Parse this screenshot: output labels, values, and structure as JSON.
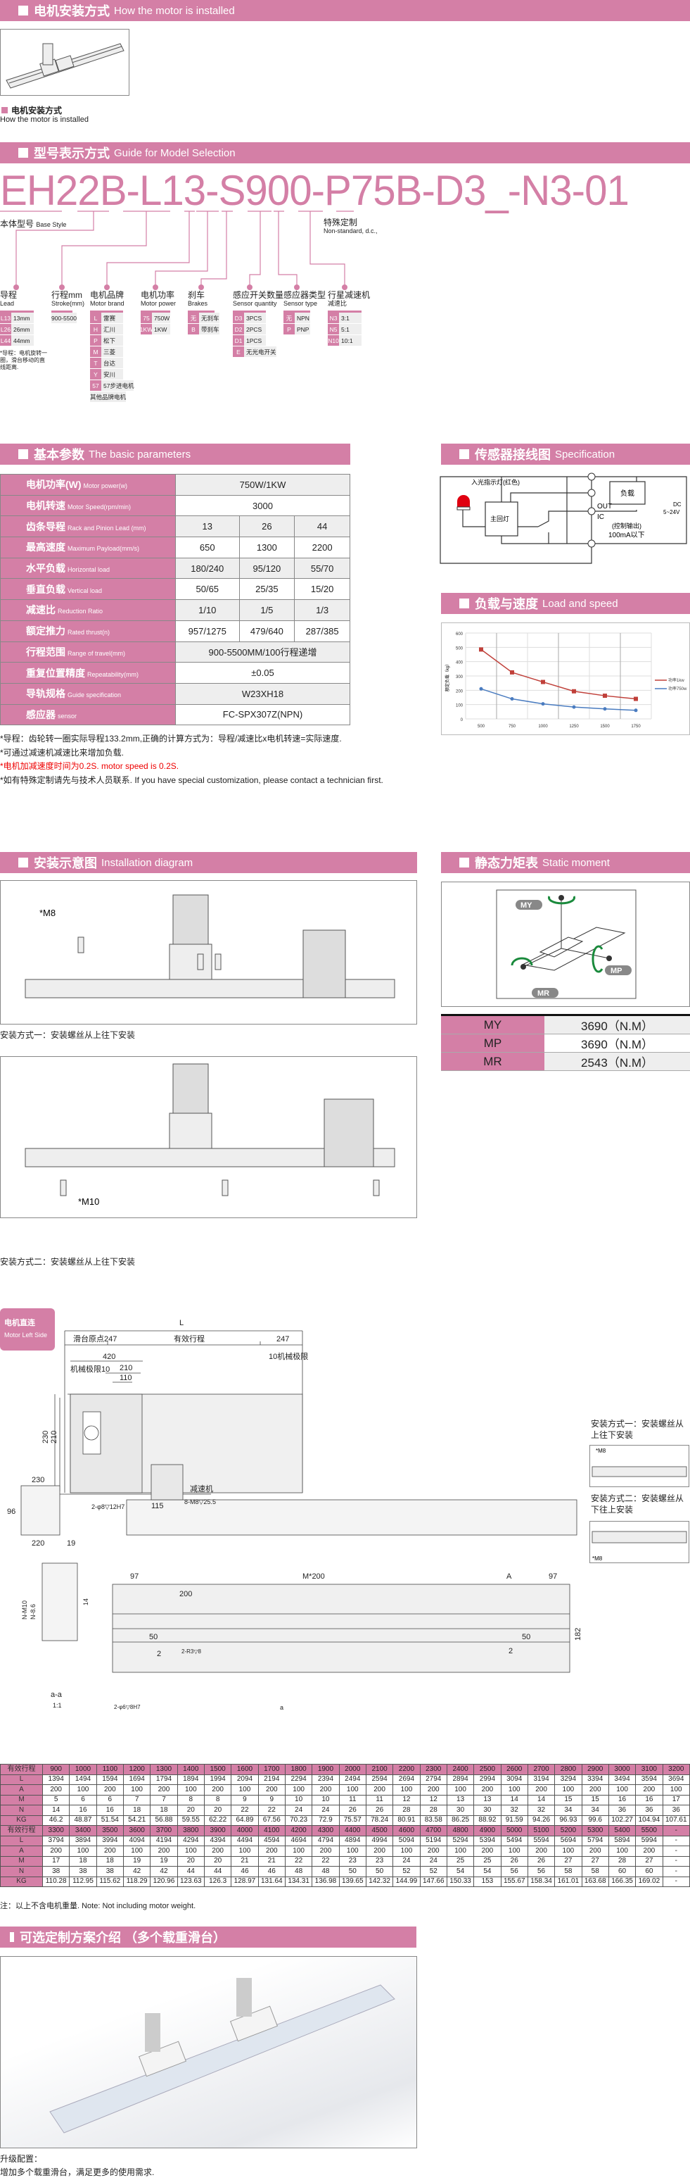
{
  "sec_install": {
    "title": "电机安装方式",
    "en": "How the motor is installed",
    "caption_cn": "电机安装方式",
    "caption_en": "How the motor is installed"
  },
  "sec_model": {
    "title": "型号表示方式",
    "en": "Guide for Model Selection",
    "code": "EH22B-L13-S900-P75B-D3_-N3-01",
    "base": "本体型号",
    "base_en": "Base Style",
    "special": "特殊定制",
    "special_en": "Non-standard, d.c.,",
    "groups": [
      {
        "cn": "导程",
        "en": "Lead",
        "opts": [
          [
            "L13",
            "13mm"
          ],
          [
            "L26",
            "26mm"
          ],
          [
            "L44",
            "44mm"
          ]
        ],
        "note": "*导程：电机旋转一圈，滑台移动的直线距离."
      },
      {
        "cn": "行程mm",
        "en": "Stroke(mm)",
        "opts": [
          [
            "",
            "900-5500"
          ]
        ]
      },
      {
        "cn": "电机品牌",
        "en": "Motor brand",
        "opts": [
          [
            "L",
            "雷赛"
          ],
          [
            "H",
            "汇川"
          ],
          [
            "P",
            "松下"
          ],
          [
            "M",
            "三菱"
          ],
          [
            "T",
            "台达"
          ],
          [
            "Y",
            "安川"
          ],
          [
            "57",
            "57步进电机"
          ],
          [
            "",
            "其他品牌电机"
          ]
        ]
      },
      {
        "cn": "电机功率",
        "en": "Motor power",
        "opts": [
          [
            "75",
            "750W"
          ],
          [
            "1KW",
            "1KW"
          ]
        ]
      },
      {
        "cn": "刹车",
        "en": "Brakes",
        "opts": [
          [
            "无",
            "无刹车"
          ],
          [
            "B",
            "带刹车"
          ]
        ]
      },
      {
        "cn": "感应开关数量",
        "en": "Sensor quantity",
        "opts": [
          [
            "D3",
            "3PCS"
          ],
          [
            "D2",
            "2PCS"
          ],
          [
            "D1",
            "1PCS"
          ],
          [
            "E",
            "无光电开关"
          ]
        ]
      },
      {
        "cn": "感应器类型",
        "en": "Sensor type",
        "opts": [
          [
            "无",
            "NPN"
          ],
          [
            "P",
            "PNP"
          ]
        ]
      },
      {
        "cn": "行星减速机",
        "en": "减速比",
        "opts": [
          [
            "N3",
            "3:1"
          ],
          [
            "N5",
            "5:1"
          ],
          [
            "N10",
            "10:1"
          ]
        ]
      }
    ]
  },
  "sec_params": {
    "title": "基本参数",
    "en": "The basic parameters",
    "rows": [
      {
        "cn": "电机功率(W)",
        "en": "Motor power(w)",
        "vals": [
          "750W/1KW"
        ]
      },
      {
        "cn": "电机转速",
        "en": "Motor Speed(rpm/min)",
        "vals": [
          "3000"
        ]
      },
      {
        "cn": "齿条导程",
        "en": "Rack and Pinion Lead (mm)",
        "vals": [
          "13",
          "26",
          "44"
        ]
      },
      {
        "cn": "最高速度",
        "en": "Maximum Payload(mm/s)",
        "vals": [
          "650",
          "1300",
          "2200"
        ]
      },
      {
        "cn": "水平负载",
        "en": "Horizontal load",
        "vals": [
          "180/240",
          "95/120",
          "55/70"
        ]
      },
      {
        "cn": "垂直负载",
        "en": "Vertical load",
        "vals": [
          "50/65",
          "25/35",
          "15/20"
        ]
      },
      {
        "cn": "减速比",
        "en": "Reduction Ratio",
        "vals": [
          "1/10",
          "1/5",
          "1/3"
        ]
      },
      {
        "cn": "额定推力",
        "en": "Rated thrust(n)",
        "vals": [
          "957/1275",
          "479/640",
          "287/385"
        ]
      },
      {
        "cn": "行程范围",
        "en": "Range of travel(mm)",
        "vals": [
          "900-5500MM/100行程递增"
        ]
      },
      {
        "cn": "重复位置精度",
        "en": "Repeatability(mm)",
        "vals": [
          "±0.05"
        ]
      },
      {
        "cn": "导轨规格",
        "en": "Guide specification",
        "vals": [
          "W23XH18"
        ]
      },
      {
        "cn": "感应器",
        "en": "sensor",
        "vals": [
          "FC-SPX307Z(NPN)"
        ]
      }
    ],
    "notes": [
      "*导程：齿轮转一圈实际导程133.2mm,正确的计算方式为：导程/减速比x电机转速=实际速度.",
      "*可通过减速机减速比来增加负载.",
      "*电机加减速度时间为0.2S.   motor speed is 0.2S.",
      "*如有特殊定制请先与技术人员联系.   If you have special customization, please contact a technician first."
    ]
  },
  "sec_sensor": {
    "title": "传感器接线图",
    "en": "Specification",
    "led": "入光指示灯(红色)",
    "main": "主回灯",
    "load": "负载",
    "out": "OUT",
    "ic": "IC",
    "ctrl": "(控制输出)",
    "ma": "100mA以下",
    "dc": "DC",
    "volt": "5~24V"
  },
  "sec_load": {
    "title": "负载与速度",
    "en": "Load and speed"
  },
  "chart_data": {
    "type": "line",
    "title": "",
    "xlabel": "",
    "ylabel": "额定负载（kg）",
    "categories": [
      "500",
      "750",
      "1000",
      "1250",
      "1500",
      "1750"
    ],
    "ylim": [
      0,
      600
    ],
    "yticks": [
      "0",
      "100",
      "200",
      "300",
      "400",
      "500",
      "600"
    ],
    "legend": "right",
    "series": [
      {
        "name": "功率1kw",
        "color": "#c0403a",
        "values": [
          485,
          325,
          258,
          193,
          162,
          140
        ]
      },
      {
        "name": "功率750w",
        "color": "#4a7cc0",
        "values": [
          210,
          140,
          105,
          83,
          70,
          60
        ]
      }
    ]
  },
  "sec_diagram": {
    "title": "安装示意图",
    "en": "Installation diagram",
    "m8": "*M8",
    "m10": "*M10",
    "cap1": "安装方式一：安装螺丝从上往下安装",
    "cap2": "安装方式二：安装螺丝从上往下安装"
  },
  "sec_static": {
    "title": "静态力矩表",
    "en": "Static moment",
    "rows": [
      [
        "MY",
        "3690（N.M）"
      ],
      [
        "MP",
        "3690（N.M）"
      ],
      [
        "MR",
        "2543（N.M）"
      ]
    ]
  },
  "sec_motor": {
    "cn": "电机直连",
    "en": "Motor Left Side",
    "dims": {
      "L": "L",
      "origin": "滑台原点247",
      "stroke": "有效行程",
      "d247": "247",
      "d420": "420",
      "limit_l": "机械极限10",
      "limit_r": "10机械极限",
      "d210": "210",
      "d110": "110",
      "d230": "230",
      "d210v": "210",
      "d115": "115",
      "hole1": "2-φ8▽12H7",
      "hole2": "8-M8▽25.5",
      "w230": "230",
      "w220": "220",
      "h96": "96",
      "h19": "19",
      "reducer": "减速机",
      "d97a": "97",
      "d97b": "97",
      "mstep": "M*200",
      "a": "A",
      "d200": "200",
      "d50a": "50",
      "d50b": "50",
      "d2a": "2",
      "d2b": "2",
      "d182": "182",
      "r3": "2-R3▽8",
      "phi6": "2-φ6▽8H7",
      "sect": "a-a",
      "scale": "1:1",
      "nm10": "N-M10",
      "n8": "N-8.6",
      "d14": "14",
      "aa": "a"
    },
    "cap1": "安装方式一：安装螺丝从上往下安装",
    "cap2": "安装方式二：安装螺丝从下往上安装",
    "m8": "*M8",
    "m8b": "*M8"
  },
  "dim_table": {
    "row_labels": [
      "有效行程",
      "L",
      "A",
      "M",
      "N",
      "KG"
    ],
    "blocks": [
      [
        [
          "900",
          "1000",
          "1100",
          "1200",
          "1300",
          "1400",
          "1500",
          "1600",
          "1700",
          "1800",
          "1900",
          "2000",
          "2100",
          "2200",
          "2300",
          "2400",
          "2500",
          "2600",
          "2700",
          "2800",
          "2900",
          "3000",
          "3100",
          "3200"
        ],
        [
          "1394",
          "1494",
          "1594",
          "1694",
          "1794",
          "1894",
          "1994",
          "2094",
          "2194",
          "2294",
          "2394",
          "2494",
          "2594",
          "2694",
          "2794",
          "2894",
          "2994",
          "3094",
          "3194",
          "3294",
          "3394",
          "3494",
          "3594",
          "3694"
        ],
        [
          "200",
          "100",
          "200",
          "100",
          "200",
          "100",
          "200",
          "100",
          "200",
          "100",
          "200",
          "100",
          "200",
          "100",
          "200",
          "100",
          "200",
          "100",
          "200",
          "100",
          "200",
          "100",
          "200",
          "100"
        ],
        [
          "5",
          "6",
          "6",
          "7",
          "7",
          "8",
          "8",
          "9",
          "9",
          "10",
          "10",
          "11",
          "11",
          "12",
          "12",
          "13",
          "13",
          "14",
          "14",
          "15",
          "15",
          "16",
          "16",
          "17"
        ],
        [
          "14",
          "16",
          "16",
          "18",
          "18",
          "20",
          "20",
          "22",
          "22",
          "24",
          "24",
          "26",
          "26",
          "28",
          "28",
          "30",
          "30",
          "32",
          "32",
          "34",
          "34",
          "36",
          "36",
          "36"
        ],
        [
          "46.2",
          "48.87",
          "51.54",
          "54.21",
          "56.88",
          "59.55",
          "62.22",
          "64.89",
          "67.56",
          "70.23",
          "72.9",
          "75.57",
          "78.24",
          "80.91",
          "83.58",
          "86.25",
          "88.92",
          "91.59",
          "94.26",
          "96.93",
          "99.6",
          "102.27",
          "104.94",
          "107.61"
        ]
      ],
      [
        [
          "3300",
          "3400",
          "3500",
          "3600",
          "3700",
          "3800",
          "3900",
          "4000",
          "4100",
          "4200",
          "4300",
          "4400",
          "4500",
          "4600",
          "4700",
          "4800",
          "4900",
          "5000",
          "5100",
          "5200",
          "5300",
          "5400",
          "5500",
          "-"
        ],
        [
          "3794",
          "3894",
          "3994",
          "4094",
          "4194",
          "4294",
          "4394",
          "4494",
          "4594",
          "4694",
          "4794",
          "4894",
          "4994",
          "5094",
          "5194",
          "5294",
          "5394",
          "5494",
          "5594",
          "5694",
          "5794",
          "5894",
          "5994",
          "-"
        ],
        [
          "200",
          "100",
          "200",
          "100",
          "200",
          "100",
          "200",
          "100",
          "200",
          "100",
          "200",
          "100",
          "200",
          "100",
          "200",
          "100",
          "200",
          "100",
          "200",
          "100",
          "200",
          "100",
          "200",
          "-"
        ],
        [
          "17",
          "18",
          "18",
          "19",
          "19",
          "20",
          "20",
          "21",
          "21",
          "22",
          "22",
          "23",
          "23",
          "24",
          "24",
          "25",
          "25",
          "26",
          "26",
          "27",
          "27",
          "28",
          "27",
          "-"
        ],
        [
          "38",
          "38",
          "38",
          "42",
          "42",
          "44",
          "44",
          "46",
          "46",
          "48",
          "48",
          "50",
          "50",
          "52",
          "52",
          "54",
          "54",
          "56",
          "56",
          "58",
          "58",
          "60",
          "60",
          "-"
        ],
        [
          "110.28",
          "112.95",
          "115.62",
          "118.29",
          "120.96",
          "123.63",
          "126.3",
          "128.97",
          "131.64",
          "134.31",
          "136.98",
          "139.65",
          "142.32",
          "144.99",
          "147.66",
          "150.33",
          "153",
          "155.67",
          "158.34",
          "161.01",
          "163.68",
          "166.35",
          "169.02",
          "-"
        ]
      ]
    ],
    "note": "注：以上不含电机重量. Note: Not including motor weight."
  },
  "sec_custom": {
    "title": "可选定制方案介绍 （多个载重滑台）",
    "line1": "升级配置：",
    "line2": "增加多个载重滑台，满足更多的使用需求."
  },
  "colors": {
    "accent": "#d47fa6",
    "red": "#ee0000",
    "green": "#1a8a3c"
  }
}
